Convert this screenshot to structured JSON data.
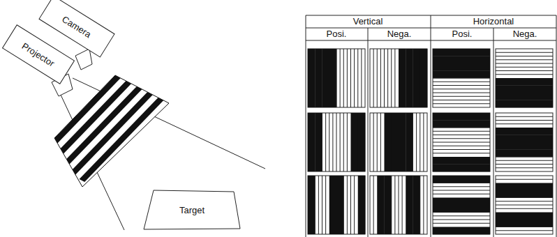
{
  "diagram": {
    "nodes": [
      {
        "text": [
          "Camera"
        ]
      },
      {
        "text": [
          "Projector"
        ]
      },
      {
        "text": [
          "Target"
        ]
      }
    ],
    "labels": [
      "Vertical",
      "Horizontal",
      "Posi.",
      "Nega.",
      "Posi.",
      "Nega."
    ]
  }
}
